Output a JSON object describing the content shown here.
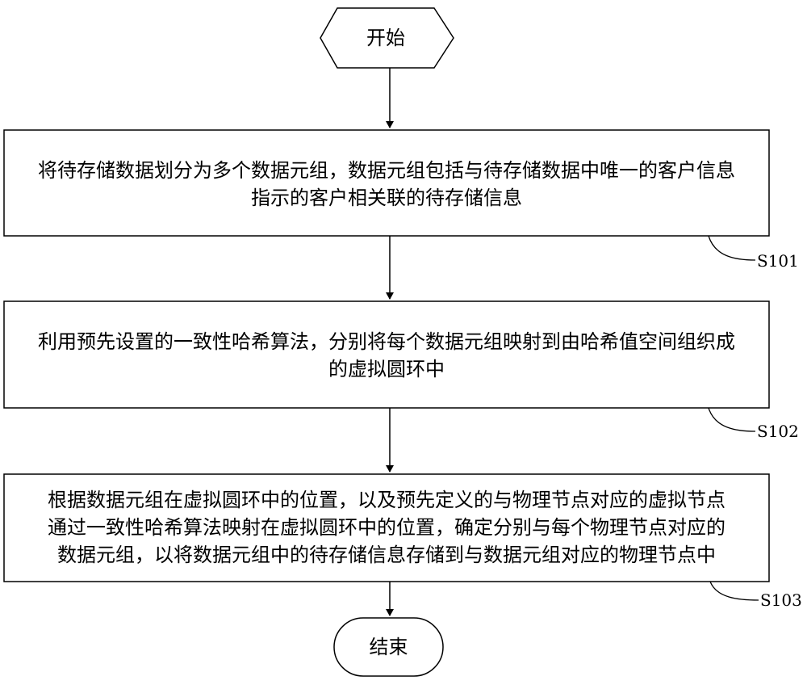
{
  "start": {
    "label": "开始"
  },
  "steps": [
    {
      "id": "S101",
      "lines": [
        "将待存储数据划分为多个数据元组，数据元组包括与待存储数据中唯一的客户信息",
        "指示的客户相关联的待存储信息"
      ]
    },
    {
      "id": "S102",
      "lines": [
        "利用预先设置的一致性哈希算法，分别将每个数据元组映射到由哈希值空间组织成",
        "的虚拟圆环中"
      ]
    },
    {
      "id": "S103",
      "lines": [
        "根据数据元组在虚拟圆环中的位置，以及预先定义的与物理节点对应的虚拟节点",
        "通过一致性哈希算法映射在虚拟圆环中的位置，确定分别与每个物理节点对应的",
        "数据元组，以将数据元组中的待存储信息存储到与数据元组对应的物理节点中"
      ]
    }
  ],
  "end": {
    "label": "结束"
  }
}
